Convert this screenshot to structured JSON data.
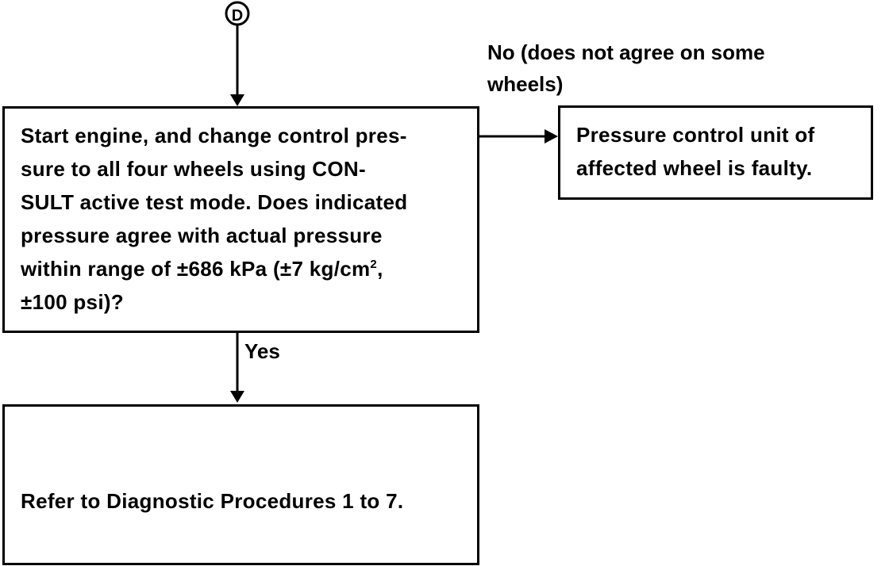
{
  "connector": {
    "label": "D"
  },
  "decision": {
    "lines": [
      "Start engine, and change control pres-",
      "sure to all four wheels using CON-",
      "SULT active test mode. Does indicated",
      "pressure agree with actual pressure"
    ],
    "line5_pre": "within range of ±686 kPa (±7 kg/cm",
    "line5_sup": "2",
    "line5_post": ",",
    "line6": "±100 psi)?"
  },
  "no_branch": {
    "label_line1": "No (does not agree on some",
    "label_line2": "wheels)",
    "result_line1": "Pressure control unit of",
    "result_line2": "affected wheel is faulty."
  },
  "yes_branch": {
    "label": "Yes",
    "result": "Refer to Diagnostic Procedures 1 to 7."
  }
}
